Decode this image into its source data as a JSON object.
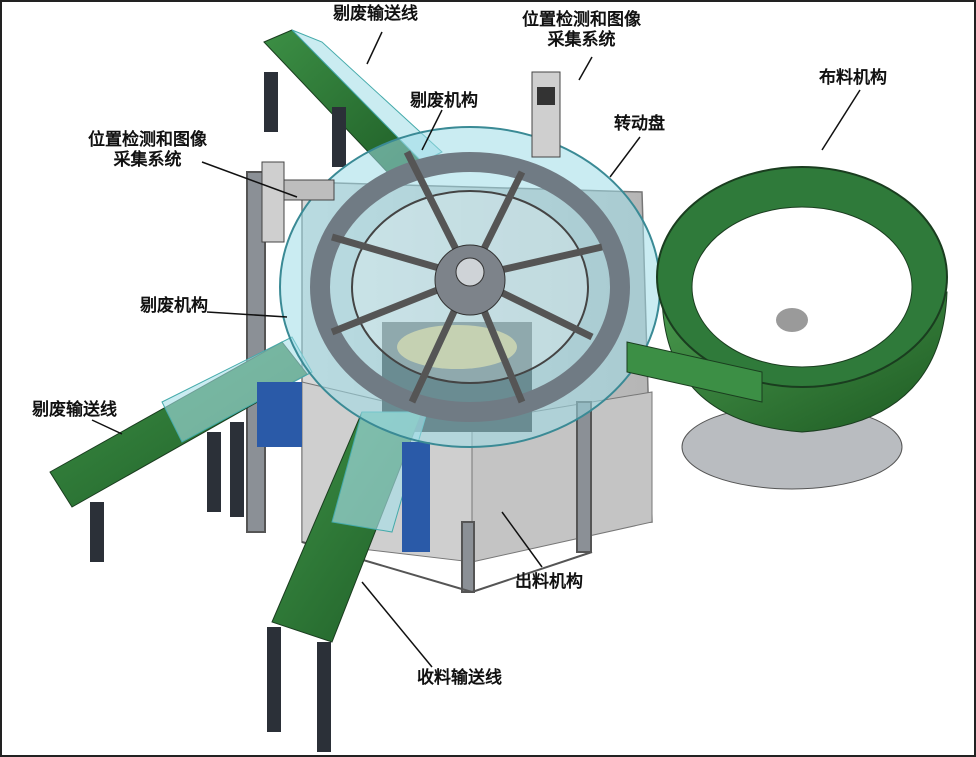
{
  "labels": {
    "reject_conveyor_top": "剔废输送线",
    "camera_top_line1": "位置检测和图像",
    "camera_top_line2": "采集系统",
    "feeder": "布料机构",
    "reject_mech_top": "剔废机构",
    "rotary_disc": "转动盘",
    "camera_left_line1": "位置检测和图像",
    "camera_left_line2": "采集系统",
    "reject_mech_left": "剔废机构",
    "reject_conveyor_left": "剔废输送线",
    "discharge_mech": "出料机构",
    "collect_conveyor": "收料输送线"
  },
  "colors": {
    "belt_green": "#2f7a3a",
    "frame_gray": "#9aa0a8",
    "glass_cyan": "#9fdde8",
    "bowl_green": "#2e7d32",
    "leg_dark": "#2b3038",
    "blue_box": "#2a5aa8"
  }
}
